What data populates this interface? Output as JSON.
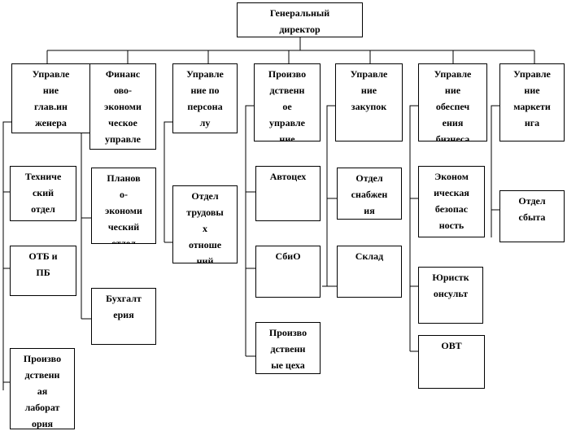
{
  "nodes": {
    "gendir": "Генеральный\nдиректор",
    "chief_eng_dept": "Управле\nние\nглав.ин\nженера",
    "finance_dept": "Финанс\nово-\nэкономи\nческое\nуправле",
    "hr_dept": "Управле\nние по\nперсона\nлу",
    "production_dept": "Произво\nдственн\nое\nуправле\nние",
    "purchasing_dept": "Управле\nние\nзакупок",
    "security_dept": "Управле\nние\nобеспеч\nения\nбизнеса",
    "marketing_dept": "Управле\nние\nмаркети\nнга",
    "technical_dept": "Техниче\nский\nотдел",
    "otb_pb": "ОТБ и\nПБ",
    "prod_lab": "Произво\nдственн\nая\nлаборат\nория",
    "planning_dept": "Планов\nо-\nэкономи\nческий\nотдел",
    "accounting": "Бухгалт\nерия",
    "labor_relations": "Отдел\nтрудовы\nх\nотноше\nний",
    "autoshop": "Автоцех",
    "sbio": "СбиО",
    "prod_shops": "Произво\nдственн\nые цеха",
    "supply_dept": "Отдел\nснабжен\nия",
    "warehouse": "Склад",
    "econ_security": "Эконом\nическая\nбезопас\nность",
    "legal": "Юристк\nонсульт",
    "ovt": "ОВТ",
    "sales_dept": "Отдел\nсбыта"
  }
}
